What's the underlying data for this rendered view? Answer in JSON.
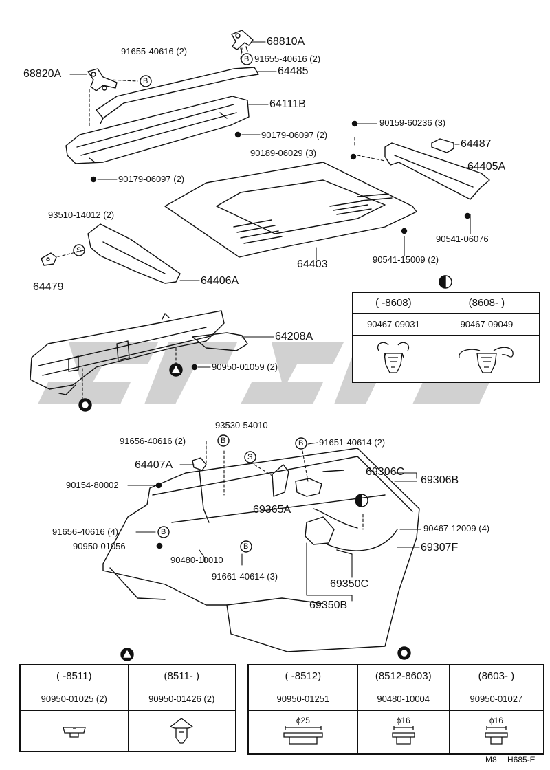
{
  "callouts": {
    "c68810A": "68810A",
    "c91655_a": "91655-40616 (2)",
    "c91655_b": "91655-40616 (2)",
    "c68820A": "68820A",
    "c64485": "64485",
    "c64111B": "64111B",
    "c90159": "90159-60236 (3)",
    "c90179_a": "90179-06097 (2)",
    "c64487": "64487",
    "c90189": "90189-06029 (3)",
    "c64405A": "64405A",
    "c90179_b": "90179-06097 (2)",
    "c93510": "93510-14012 (2)",
    "c90541_a": "90541-06076",
    "c64403": "64403",
    "c90541_b": "90541-15009 (2)",
    "c64479": "64479",
    "c64406A": "64406A",
    "c64208A": "64208A",
    "c90950_a": "90950-01059 (2)",
    "c93530": "93530-54010",
    "c91656_a": "91656-40616 (2)",
    "c91651": "91651-40614 (2)",
    "c64407A": "64407A",
    "c69306C": "69306C",
    "c69306B": "69306B",
    "c90154": "90154-80002",
    "c69365A": "69365A",
    "c90467": "90467-12009 (4)",
    "c91656_b": "91656-40616 (4)",
    "c90950_b": "90950-01056",
    "c69307F": "69307F",
    "c90480": "90480-10010",
    "c91661": "91661-40614 (3)",
    "c69350C": "69350C",
    "c69350B": "69350B"
  },
  "circle_letters": {
    "b": "B",
    "s": "S"
  },
  "table_half_circle": {
    "headers": [
      "(       -8608)",
      "(8608-         )"
    ],
    "parts": [
      "90467-09031",
      "90467-09049"
    ]
  },
  "table_triangle": {
    "headers": [
      "(       -8511)",
      "(8511-         )"
    ],
    "parts": [
      "90950-01025 (2)",
      "90950-01426 (2)"
    ]
  },
  "table_gear": {
    "headers": [
      "(       -8512)",
      "(8512-8603)",
      "(8603-        )"
    ],
    "parts": [
      "90950-01251",
      "90480-10004",
      "90950-01027"
    ],
    "dims": [
      "ϕ25",
      "ϕ16",
      "ϕ16"
    ]
  },
  "footer": {
    "code_a": "M8",
    "code_b": "H685-E"
  }
}
